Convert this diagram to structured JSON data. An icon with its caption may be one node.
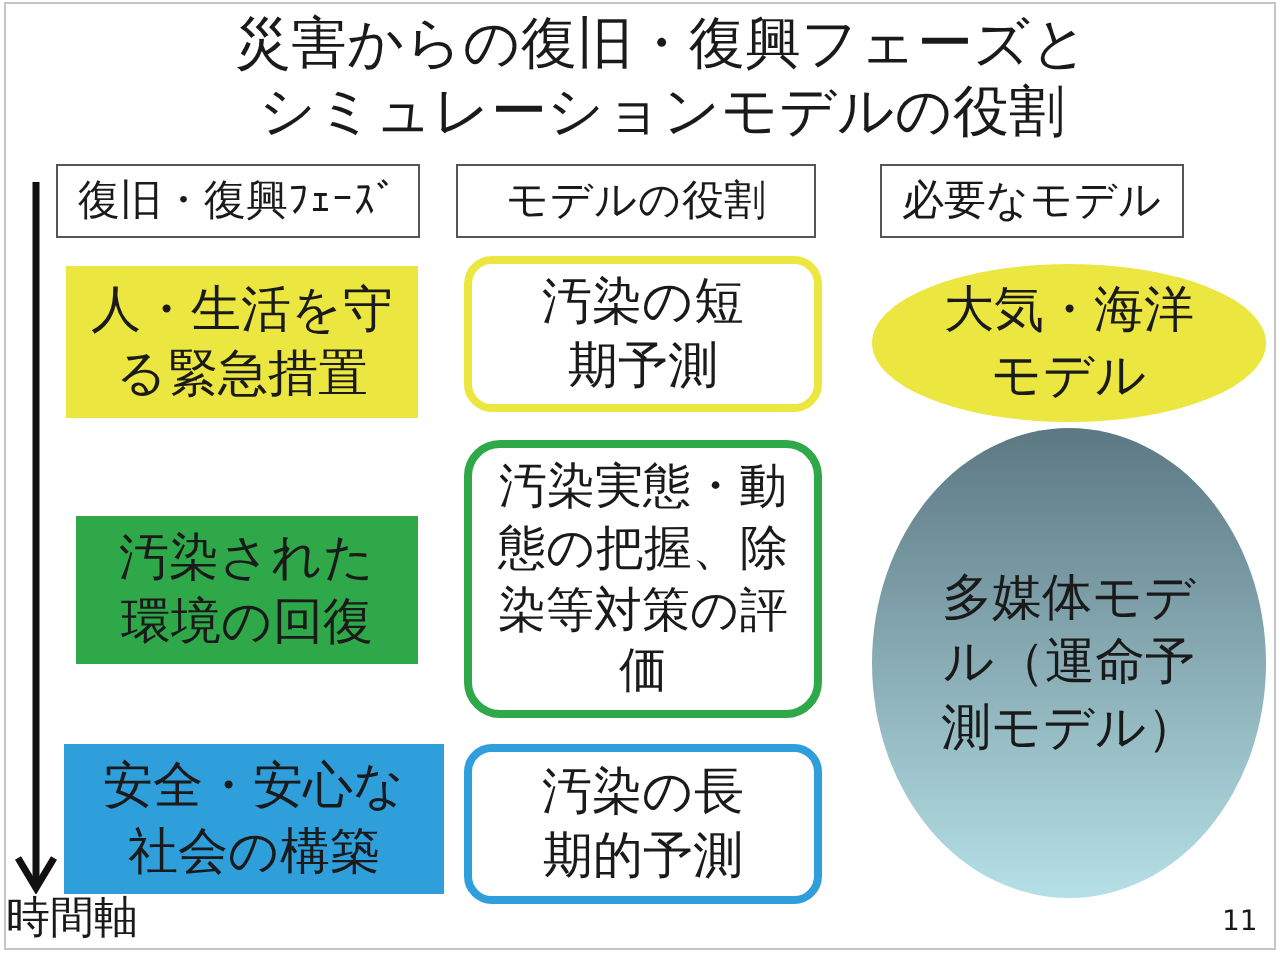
{
  "diagram": {
    "title": "災害からの復旧・復興フェーズとシミュレーションモデルの役割",
    "nodes": [
      {
        "text": [
          "復旧・復興ﾌｪｰｽﾞ"
        ]
      },
      {
        "text": [
          "モデルの役割"
        ]
      },
      {
        "text": [
          "必要なモデル"
        ]
      },
      {
        "text": [
          "人・生活を守る緊急措置"
        ]
      },
      {
        "text": [
          "汚染の短期予測"
        ]
      },
      {
        "text": [
          "大気・海洋モデル"
        ]
      },
      {
        "text": [
          "汚染された環境の回復"
        ]
      },
      {
        "text": [
          "汚染実態・動態の把握、除染等対策の評価"
        ]
      },
      {
        "text": [
          "多媒体モデル（運命予測モデル）"
        ]
      },
      {
        "text": [
          "安全・安心な社会の構築"
        ]
      },
      {
        "text": [
          "汚染の長期的予測"
        ]
      }
    ],
    "labels": [
      "時間軸",
      "11"
    ]
  }
}
